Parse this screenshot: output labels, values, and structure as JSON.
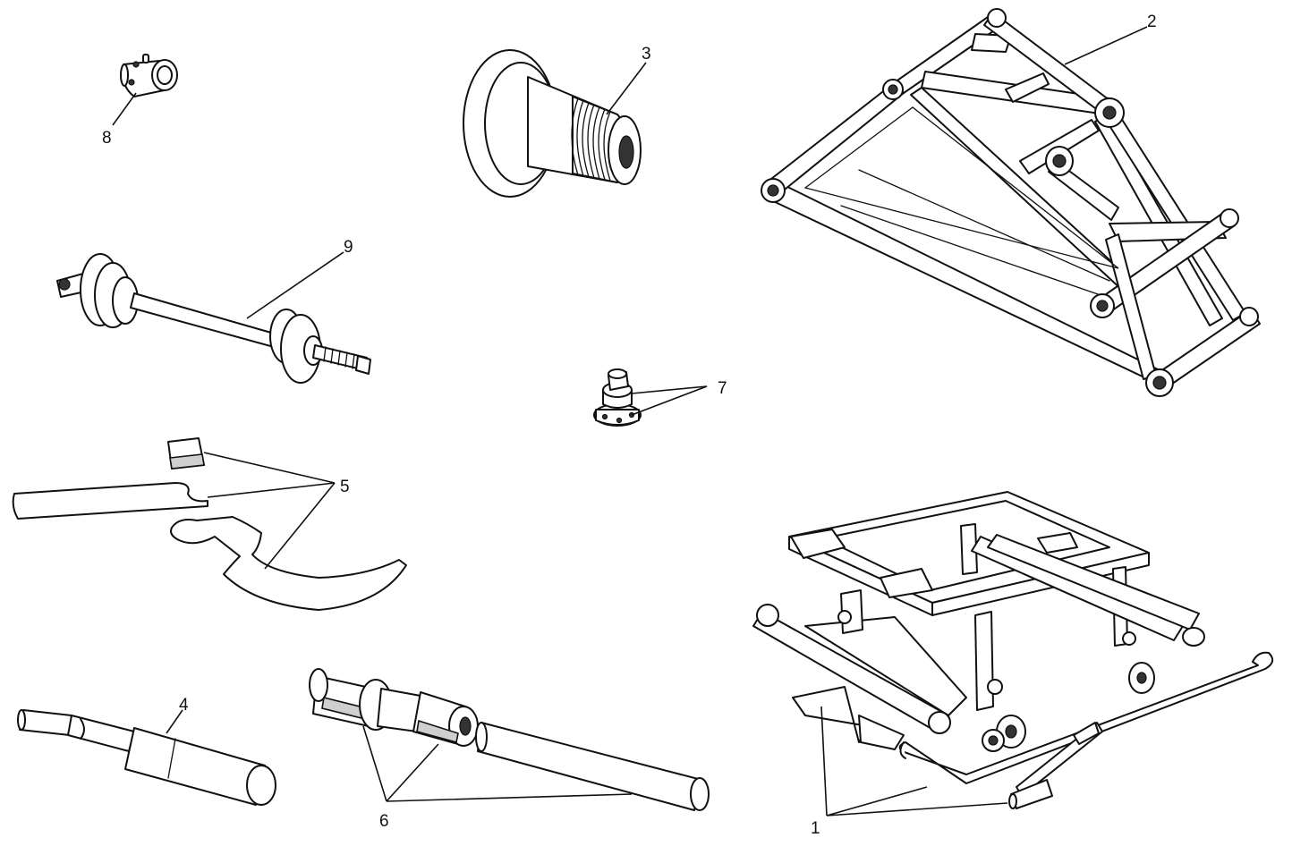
{
  "diagram": {
    "callouts": [
      {
        "id": "callout-1",
        "label": "1"
      },
      {
        "id": "callout-2",
        "label": "2"
      },
      {
        "id": "callout-3",
        "label": "3"
      },
      {
        "id": "callout-4",
        "label": "4"
      },
      {
        "id": "callout-5",
        "label": "5"
      },
      {
        "id": "callout-6",
        "label": "6"
      },
      {
        "id": "callout-7",
        "label": "7"
      },
      {
        "id": "callout-8",
        "label": "8"
      },
      {
        "id": "callout-9",
        "label": "9"
      }
    ],
    "colors": {
      "line": "#111111",
      "fill": "#ffffff",
      "shade": "#cfcfcf",
      "background": "#ffffff"
    }
  }
}
